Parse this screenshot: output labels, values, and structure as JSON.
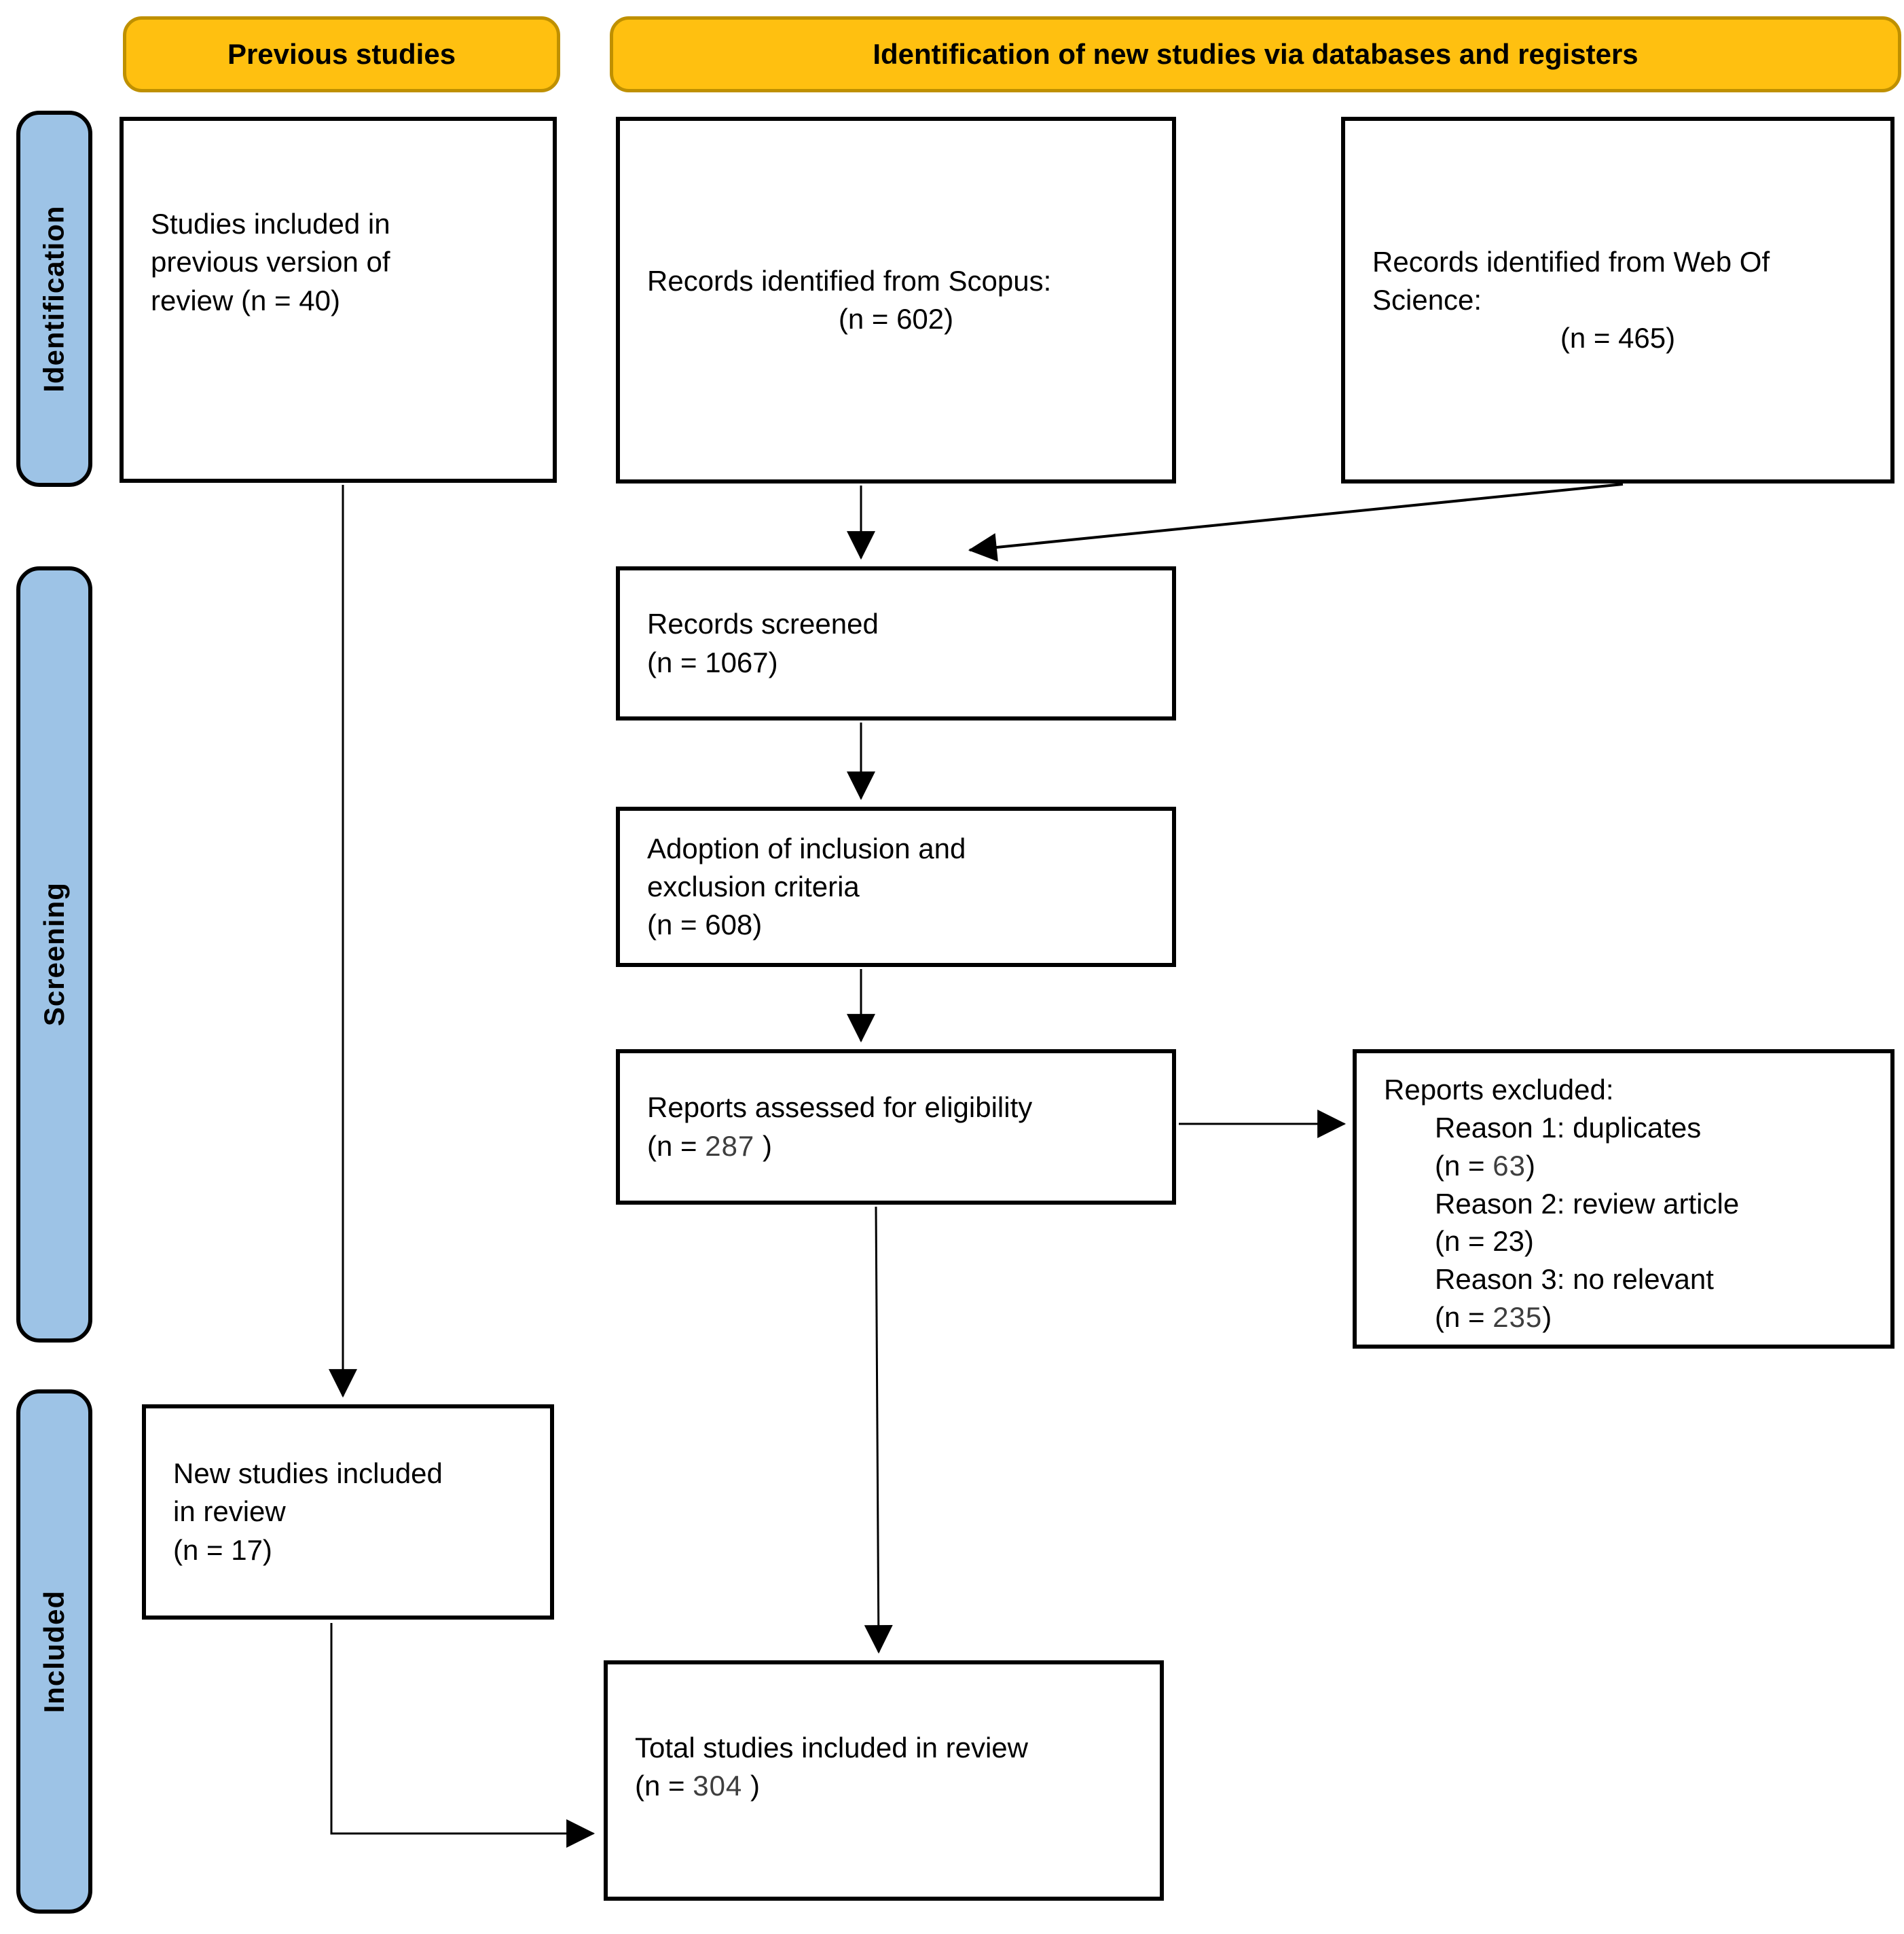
{
  "colors": {
    "badge_fill": "#FFC010",
    "badge_border": "#BF9000",
    "stage_fill": "#9DC3E6",
    "box_border": "#000000",
    "edited_number": "#3E3E3E"
  },
  "headers": {
    "previous_studies": "Previous studies",
    "identification_of_new_studies": "Identification of new studies via databases and registers"
  },
  "stages": {
    "identification": "Identification",
    "screening": "Screening",
    "included": "Included"
  },
  "boxes": {
    "previous_review": {
      "line1": "Studies included in",
      "line2": "previous version of",
      "line3": "review (n = 40)"
    },
    "scopus": {
      "line1": "Records identified from Scopus:",
      "line2": "(n = 602)"
    },
    "web_of_science": {
      "line1": "Records identified from Web Of",
      "line2": "Science:",
      "line3": "(n = 465)"
    },
    "screened": {
      "line1": "Records screened",
      "line2": "(n = 1067)"
    },
    "criteria": {
      "line1": "Adoption of inclusion and",
      "line2": "exclusion criteria",
      "line3": "(n = 608)"
    },
    "assessed": {
      "line1": "Reports assessed for eligibility",
      "n_prefix": "(n = ",
      "n_value": "287",
      "n_suffix": " )"
    },
    "excluded": {
      "title": "Reports excluded:",
      "reason1": "Reason 1: duplicates",
      "reason1_prefix": "(n = ",
      "reason1_value": "63",
      "reason1_suffix": ")",
      "reason2": "Reason 2: review article",
      "reason2_n": "(n = 23)",
      "reason3": "Reason 3: no relevant",
      "reason3_prefix": "(n = ",
      "reason3_value": "235",
      "reason3_suffix": ")"
    },
    "new_included": {
      "line1": "New studies included",
      "line2": "in review",
      "line3": "(n = 17)"
    },
    "total": {
      "line1": "Total studies included in review",
      "n_prefix": "(n = ",
      "n_value": "304",
      "n_suffix": " )"
    }
  }
}
